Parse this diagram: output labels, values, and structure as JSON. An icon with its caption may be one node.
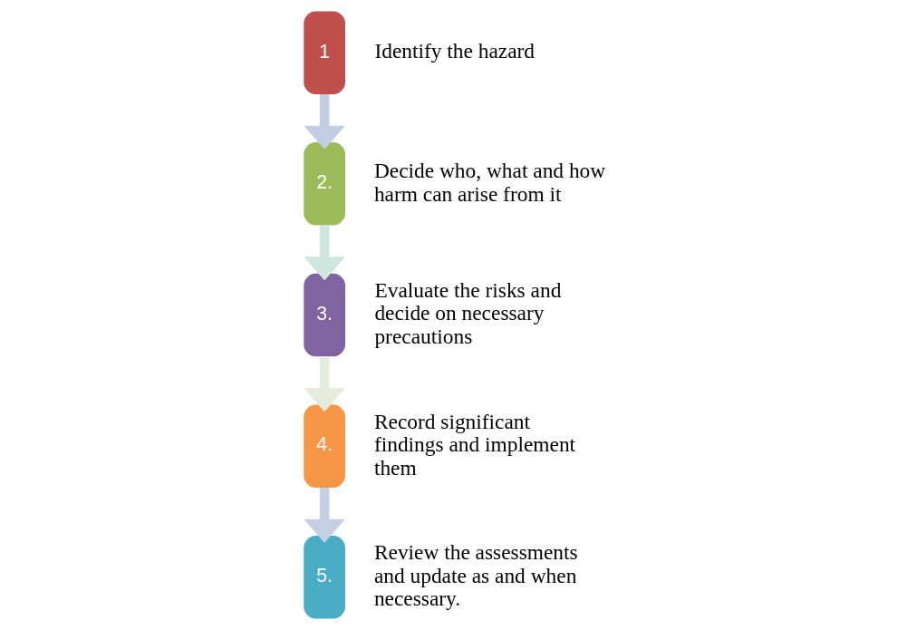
{
  "diagram": {
    "nodes": [
      {
        "text": [
          "1"
        ],
        "beside": [
          "Identify the hazard"
        ]
      },
      {
        "text": [
          "2."
        ],
        "beside": [
          "Decide who, what and how harm can arise from it"
        ]
      },
      {
        "text": [
          "3."
        ],
        "beside": [
          "Evaluate the risks and decide on necessary precautions"
        ]
      },
      {
        "text": [
          "4."
        ],
        "beside": [
          "Record significant findings and implement them"
        ]
      },
      {
        "text": [
          "5."
        ],
        "beside": [
          "Review the assessments and update as and when necessary."
        ]
      }
    ],
    "edges": [
      {
        "from": 0,
        "to": 1,
        "arrow": "to",
        "color": "#c3cde4"
      },
      {
        "from": 1,
        "to": 2,
        "arrow": "to",
        "color": "#cfe6de"
      },
      {
        "from": 2,
        "to": 3,
        "arrow": "to",
        "color": "#e6ecdc"
      },
      {
        "from": 3,
        "to": 4,
        "arrow": "to",
        "color": "#c5cfe3"
      }
    ]
  }
}
